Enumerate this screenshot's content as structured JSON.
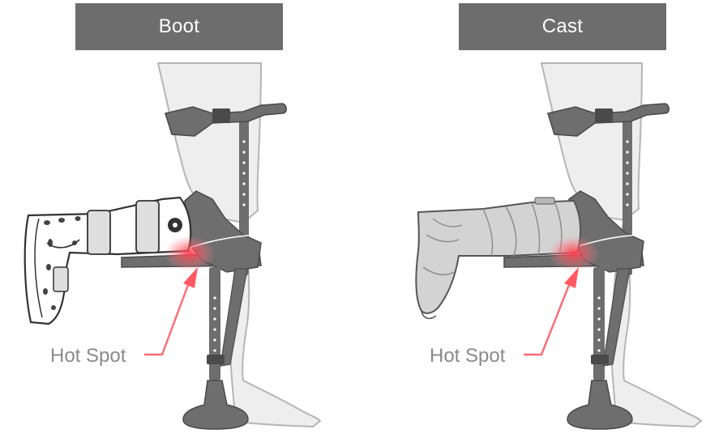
{
  "panels": [
    {
      "title": "Boot",
      "hotspot_label": "Hot Spot"
    },
    {
      "title": "Cast",
      "hotspot_label": "Hot Spot"
    }
  ],
  "colors": {
    "title_bg": "#6d6d6d",
    "title_text": "#ffffff",
    "leg_fill": "#eeeeee",
    "leg_stroke": "#b5b5b5",
    "device_fill": "#6e6e6e",
    "device_dark": "#4a4a4a",
    "boot_fill": "#ffffff",
    "boot_strap": "#dedede",
    "cast_fill": "#d3d3d3",
    "hotspot": "#ff4d57",
    "hotspot_text": "#8a8a8a"
  }
}
